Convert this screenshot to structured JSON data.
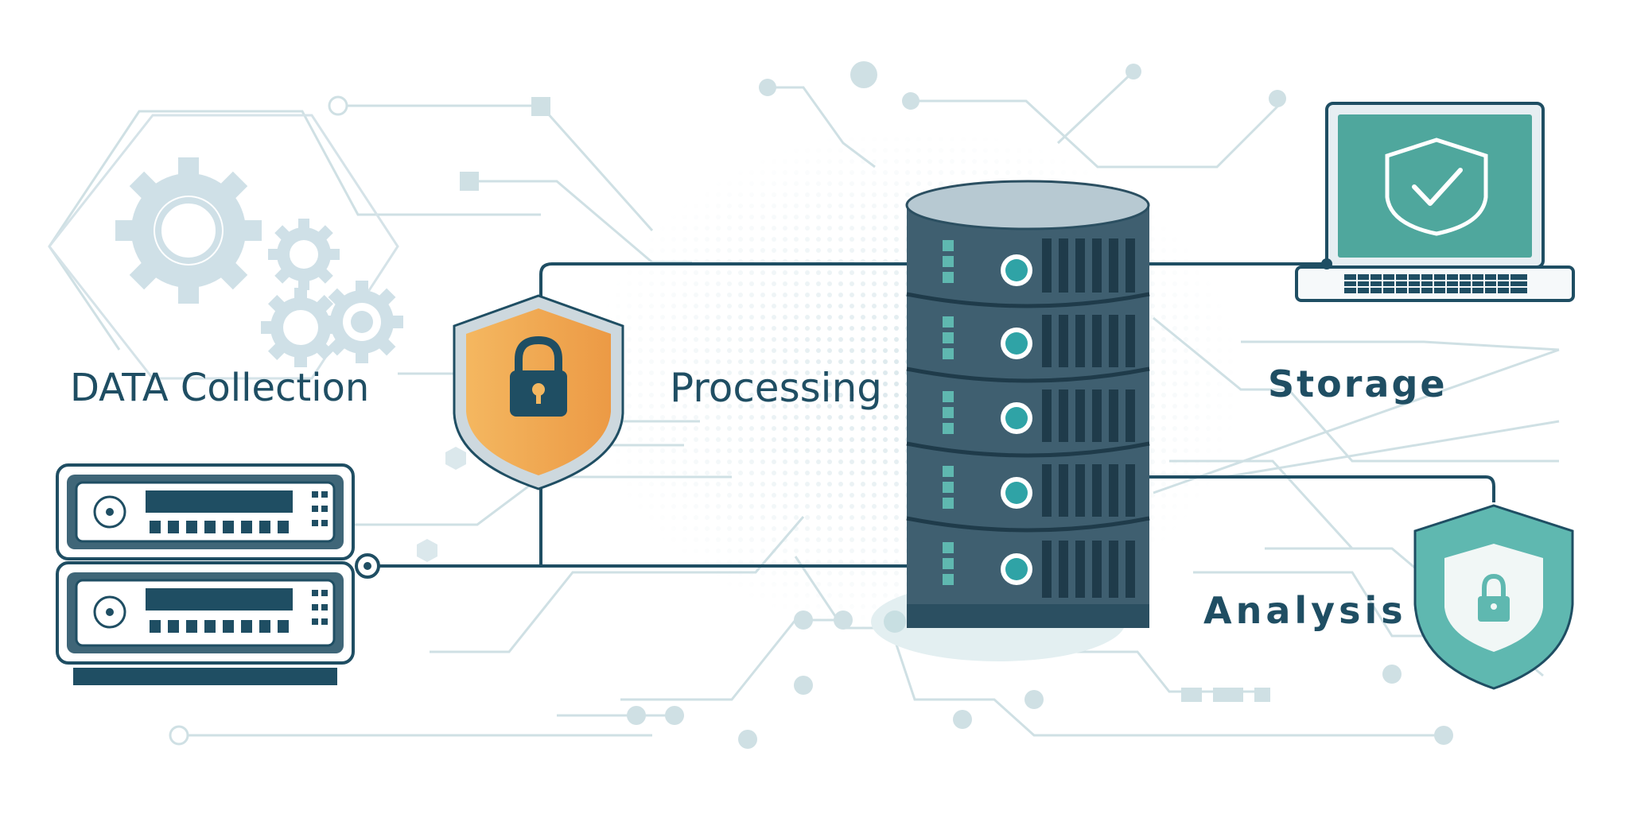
{
  "diagram": {
    "labels": {
      "data_collection": "DATA Collection",
      "processing": "Processing",
      "storage": "Storage",
      "analysis": "Analysis"
    },
    "icons": {
      "gears": "gears-icon",
      "server_rack": "server-rack-icon",
      "orange_shield": "padlock-shield-icon",
      "database": "database-server-icon",
      "laptop": "laptop-icon",
      "check_shield": "check-shield-icon",
      "teal_shield": "padlock-shield-icon"
    },
    "colors": {
      "navy": "#1f4e63",
      "dark_slate": "#3f5f70",
      "teal": "#2fa3a6",
      "teal_light": "#5fb8b0",
      "orange": "#f0a24a",
      "circuit": "#cfe0e4",
      "gear": "#cfe0e7"
    }
  }
}
